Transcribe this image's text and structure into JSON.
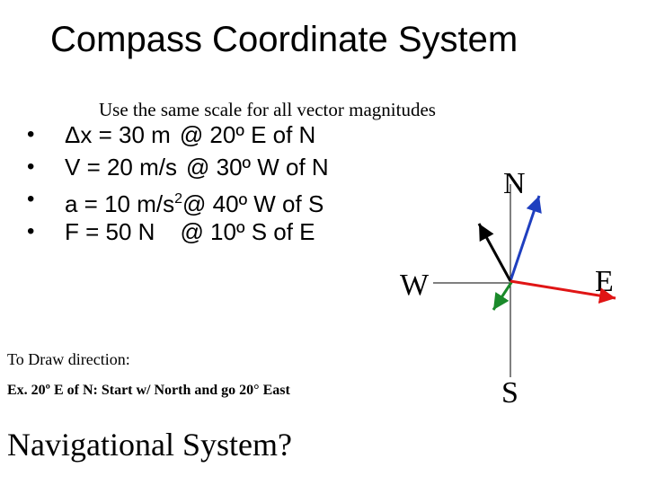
{
  "title": "Compass Coordinate System",
  "subtitle": "Use the same scale for all vector magnitudes",
  "bullets": [
    {
      "symbol": "•",
      "quantity": "Δx = 30 m",
      "direction": "@ 20º E of N",
      "exponent": ""
    },
    {
      "symbol": "•",
      "quantity": "V = 20 m/s",
      "direction": "@ 30º W of  N",
      "exponent": ""
    },
    {
      "symbol": "•",
      "quantity": "a = 10 m/s",
      "direction": "@ 40º W of S",
      "exponent": "2"
    },
    {
      "symbol": "•",
      "quantity": "F = 50 N",
      "direction": "@ 10º S of E",
      "exponent": ""
    }
  ],
  "compass": {
    "labels": {
      "north": "N",
      "south": "S",
      "east": "E",
      "west": "W"
    },
    "vectors": [
      {
        "name": "displacement",
        "magnitude": 30,
        "direction": "20º E of N",
        "color": "#1f3fbf"
      },
      {
        "name": "velocity",
        "magnitude": 20,
        "direction": "30º W of N",
        "color": "#000000"
      },
      {
        "name": "acceleration",
        "magnitude": 10,
        "direction": "40º W of S",
        "color": "#1a8a2a"
      },
      {
        "name": "force",
        "magnitude": 50,
        "direction": "10º S of E",
        "color": "#e01515"
      }
    ]
  },
  "instructions": {
    "heading": "To Draw direction:",
    "example": "Ex. 20º E of N: Start w/ North and go 20° East"
  },
  "footer": "Navigational System?"
}
